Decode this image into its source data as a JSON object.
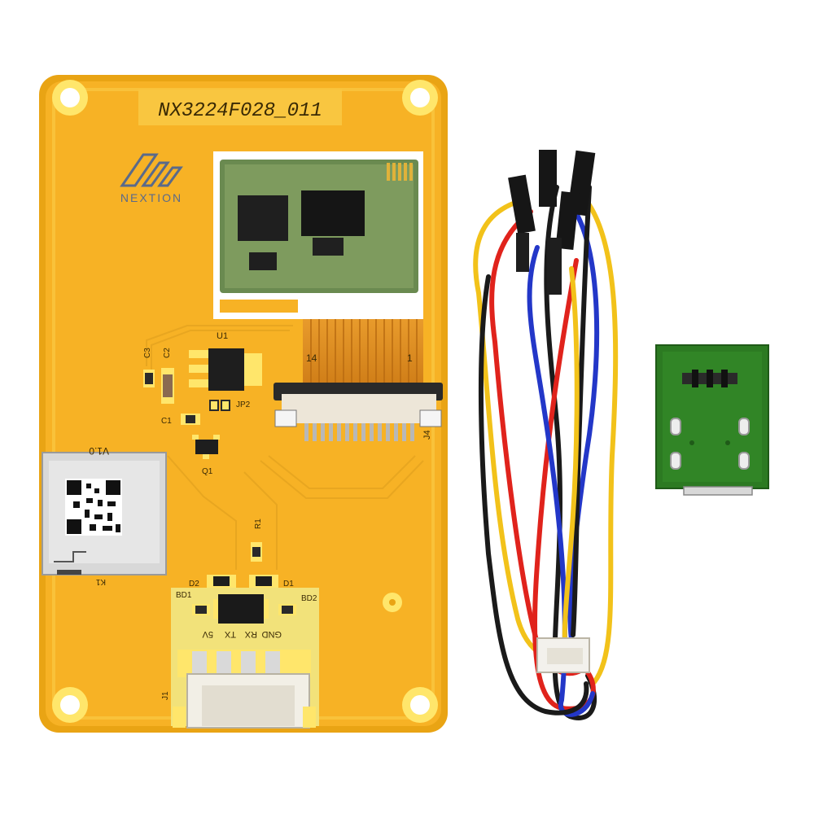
{
  "board": {
    "model": "NX3224F028_011",
    "brand": "NEXTION",
    "fpc_pin_14": "14",
    "fpc_pin_1": "1",
    "connector_j4": "J4",
    "connector_j1": "J1",
    "sd_slot": "K1",
    "version": "V1.0",
    "regulator": "U1",
    "transistor": "Q1",
    "jumper": "JP2",
    "resistor": "R1",
    "diode_left": "D2",
    "diode_right": "D1",
    "bead_left": "BD1",
    "bead_right": "BD2",
    "cap_c1": "C1",
    "cap_c2": "C2",
    "cap_c3": "C3",
    "pin_labels": [
      "5V",
      "TX",
      "RX",
      "GND"
    ]
  },
  "colors": {
    "pcb": "#F7B225",
    "pcb_edge": "#E9A414",
    "pad": "#FFE66B",
    "daughter_pcb": "#2C7A22",
    "wire_yellow": "#F2C21A",
    "wire_red": "#E0231C",
    "wire_blue": "#2337C8",
    "wire_black": "#1A1A1A"
  },
  "parts": {
    "daughter_board": "usb-adapter-board",
    "cable": "4-wire-dupont-cable"
  }
}
